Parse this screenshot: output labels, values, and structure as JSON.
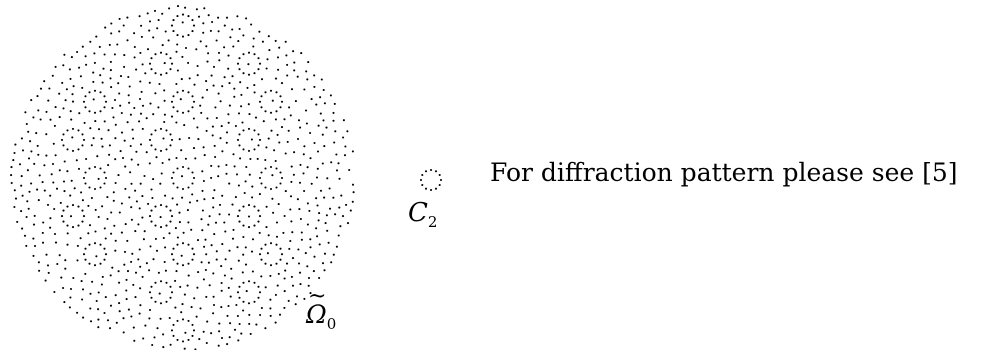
{
  "figure": {
    "patch_label": {
      "base": "Ω",
      "accent": "~",
      "subscript": "0"
    },
    "cluster_label": {
      "base": "C",
      "subscript": "2"
    }
  },
  "caption": "For diffraction pattern please see [5]",
  "colors": {
    "dots": "#000000",
    "background": "#ffffff"
  }
}
